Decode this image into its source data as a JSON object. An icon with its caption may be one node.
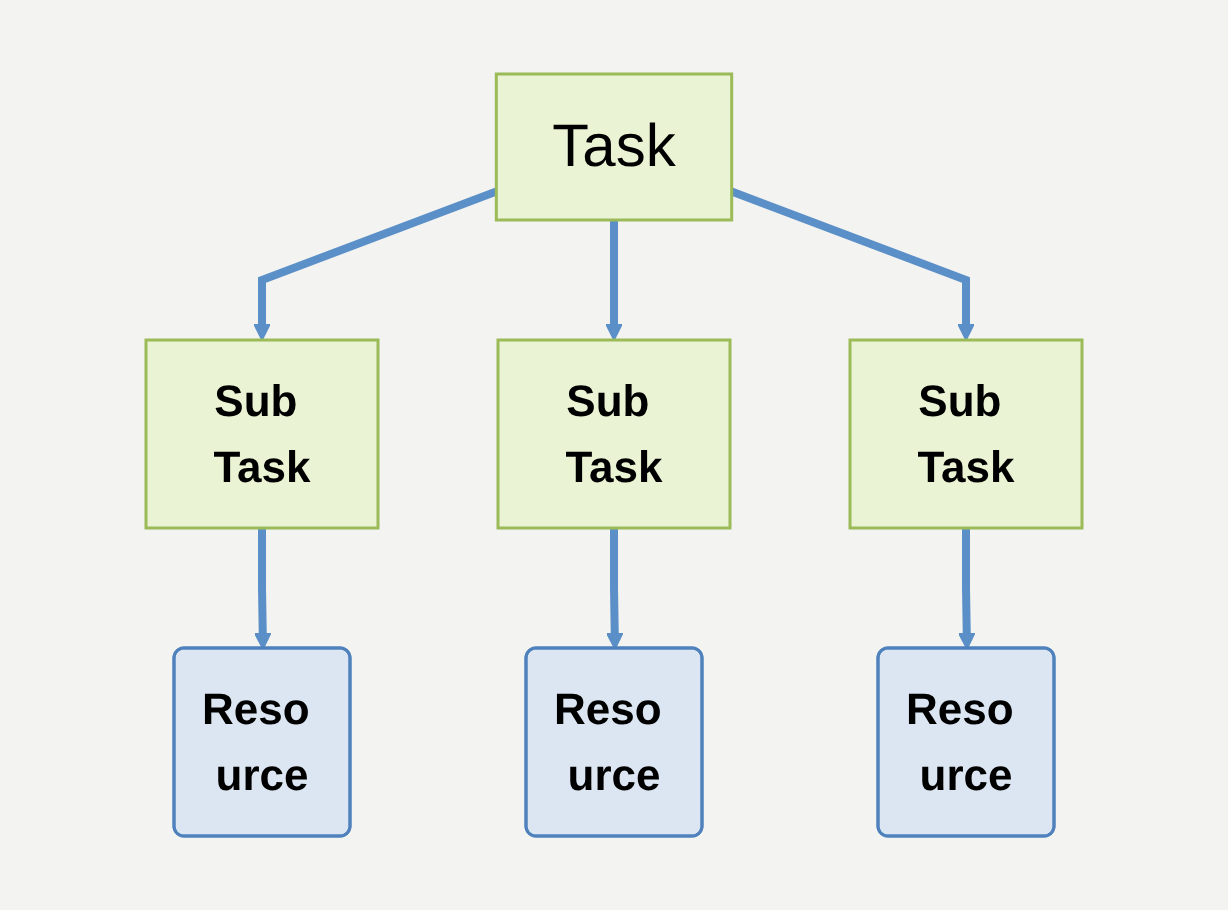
{
  "diagram": {
    "nodes": [
      {
        "text": [
          "Task"
        ]
      },
      {
        "text": [
          "Sub Task"
        ]
      },
      {
        "text": [
          "Sub Task"
        ]
      },
      {
        "text": [
          "Sub Task"
        ]
      },
      {
        "text": [
          "Reso urce"
        ]
      },
      {
        "text": [
          "Reso urce"
        ]
      },
      {
        "text": [
          "Reso urce"
        ]
      }
    ],
    "edges": [
      {
        "from": 0,
        "to": 1,
        "arrow": "to"
      },
      {
        "from": 0,
        "to": 2,
        "arrow": "to"
      },
      {
        "from": 0,
        "to": 3,
        "arrow": "to"
      },
      {
        "from": 1,
        "to": 4,
        "arrow": "to"
      },
      {
        "from": 2,
        "to": 5,
        "arrow": "to"
      },
      {
        "from": 3,
        "to": 6,
        "arrow": "to"
      }
    ]
  }
}
